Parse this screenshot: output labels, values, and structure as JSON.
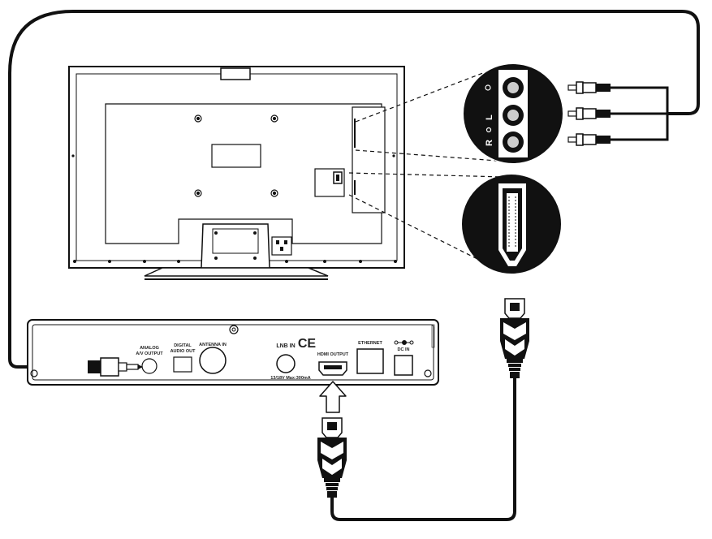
{
  "diagram": {
    "receiver_labels": {
      "analog_line1": "ANALOG",
      "analog_line2": "A/V OUTPUT",
      "digital_line1": "DIGITAL",
      "digital_line2": "AUDIO OUT",
      "antenna": "ANTENNA IN",
      "lnb": "LNB IN",
      "lnb_rating": "13/18V Max:300mA",
      "ce_mark": "CE",
      "hdmi": "HDMI OUTPUT",
      "ethernet": "ETHERNET",
      "dc": "DC IN"
    },
    "tv_jack_labels": [
      "R",
      "L"
    ]
  }
}
